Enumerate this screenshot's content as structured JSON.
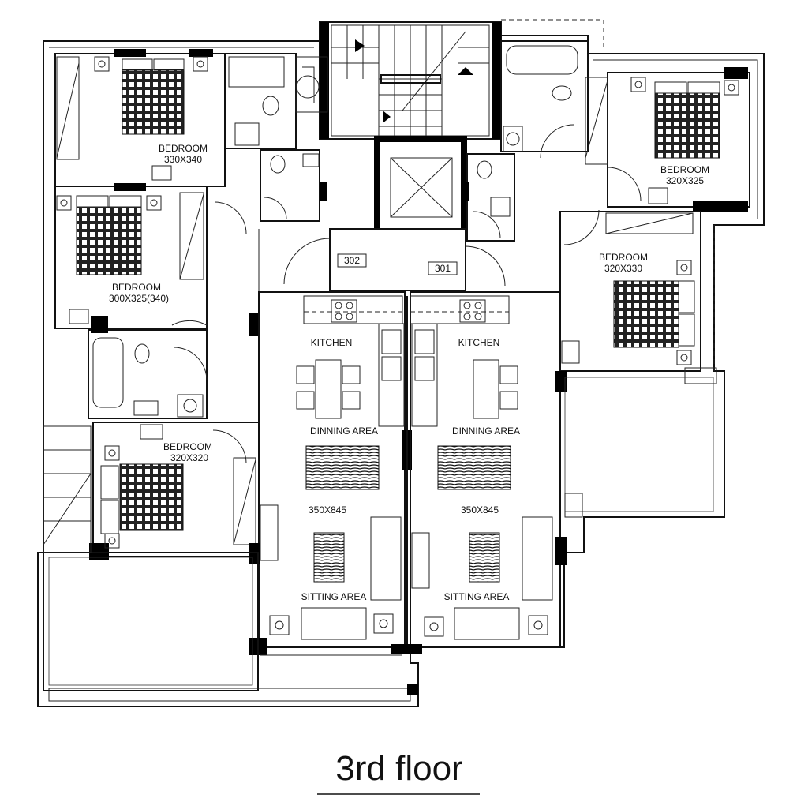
{
  "floor_title": "3rd floor",
  "rooms": {
    "bedroom_a": {
      "name": "BEDROOM",
      "size": "330X340"
    },
    "bedroom_b": {
      "name": "BEDROOM",
      "size": "300X325(340)"
    },
    "bedroom_c": {
      "name": "BEDROOM",
      "size": "320X320"
    },
    "bedroom_d": {
      "name": "BEDROOM",
      "size": "320X325"
    },
    "bedroom_e": {
      "name": "BEDROOM",
      "size": "320X330"
    },
    "kitchen_left": "KITCHEN",
    "kitchen_right": "KITCHEN",
    "dining_left": "DINNING AREA",
    "dining_right": "DINNING AREA",
    "living_size_left": "350X845",
    "living_size_right": "350X845",
    "sitting_left": "SITTING AREA",
    "sitting_right": "SITTING AREA"
  },
  "apartments": {
    "left": "302",
    "right": "301"
  }
}
